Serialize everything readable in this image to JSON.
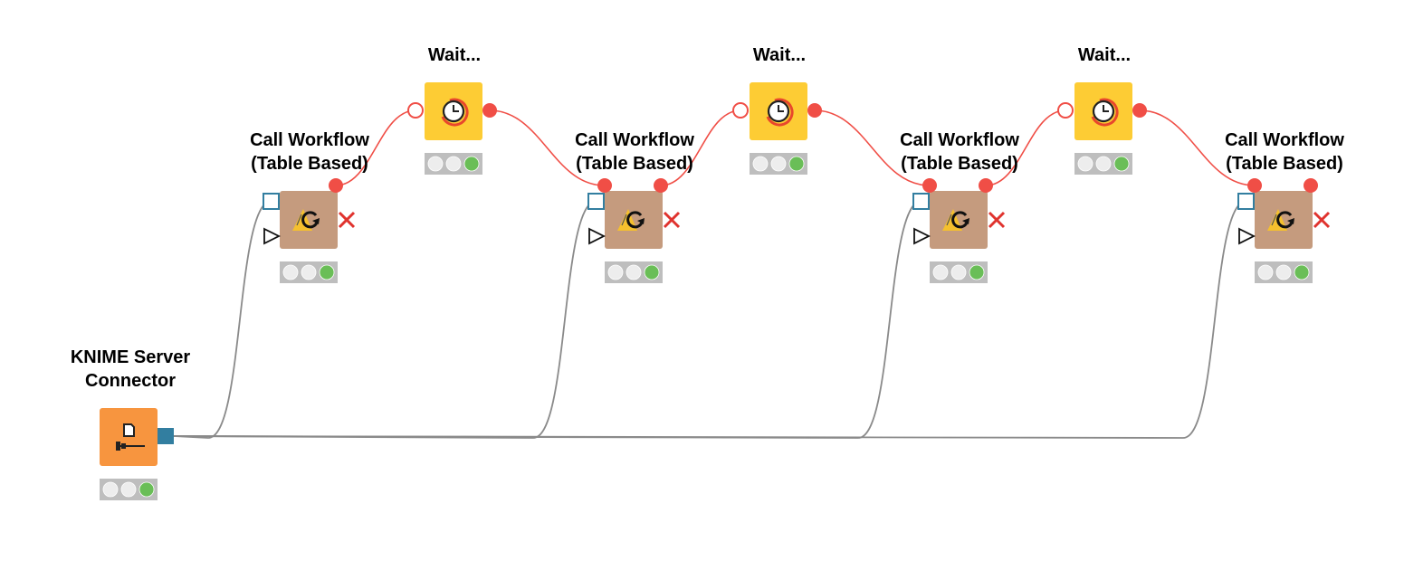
{
  "workflow": {
    "nodes": [
      {
        "id": "connector",
        "type": "KNIME Server Connector",
        "label_lines": [
          "KNIME Server",
          "Connector"
        ],
        "color": "#F7953F",
        "status": "executed",
        "icon": "server-connector-icon"
      },
      {
        "id": "call1",
        "type": "Call Workflow (Table Based)",
        "label_lines": [
          "Call Workflow",
          "(Table Based)"
        ],
        "color": "#C59B7E",
        "status": "executed",
        "icon": "call-workflow-icon"
      },
      {
        "id": "wait1",
        "type": "Wait...",
        "label_lines": [
          "Wait..."
        ],
        "color": "#FDCC34",
        "status": "executed",
        "icon": "clock-icon"
      },
      {
        "id": "call2",
        "type": "Call Workflow (Table Based)",
        "label_lines": [
          "Call Workflow",
          "(Table Based)"
        ],
        "color": "#C59B7E",
        "status": "executed",
        "icon": "call-workflow-icon"
      },
      {
        "id": "wait2",
        "type": "Wait...",
        "label_lines": [
          "Wait..."
        ],
        "color": "#FDCC34",
        "status": "executed",
        "icon": "clock-icon"
      },
      {
        "id": "call3",
        "type": "Call Workflow (Table Based)",
        "label_lines": [
          "Call Workflow",
          "(Table Based)"
        ],
        "color": "#C59B7E",
        "status": "executed",
        "icon": "call-workflow-icon"
      },
      {
        "id": "wait3",
        "type": "Wait...",
        "label_lines": [
          "Wait..."
        ],
        "color": "#FDCC34",
        "status": "executed",
        "icon": "clock-icon"
      },
      {
        "id": "call4",
        "type": "Call Workflow (Table Based)",
        "label_lines": [
          "Call Workflow",
          "(Table Based)"
        ],
        "color": "#C59B7E",
        "status": "executed",
        "icon": "call-workflow-icon"
      }
    ],
    "connections": [
      {
        "from": "connector",
        "to": "call1",
        "kind": "connection-port"
      },
      {
        "from": "connector",
        "to": "call2",
        "kind": "connection-port"
      },
      {
        "from": "connector",
        "to": "call3",
        "kind": "connection-port"
      },
      {
        "from": "connector",
        "to": "call4",
        "kind": "connection-port"
      },
      {
        "from": "call1",
        "to": "wait1",
        "kind": "flow-variable"
      },
      {
        "from": "wait1",
        "to": "call2",
        "kind": "flow-variable"
      },
      {
        "from": "call2",
        "to": "wait2",
        "kind": "flow-variable"
      },
      {
        "from": "wait2",
        "to": "call3",
        "kind": "flow-variable"
      },
      {
        "from": "call3",
        "to": "wait3",
        "kind": "flow-variable"
      },
      {
        "from": "wait3",
        "to": "call4",
        "kind": "flow-variable"
      }
    ],
    "colors": {
      "flow_variable": "#F04E46",
      "connection_line": "#8A8A8A",
      "server_port": "#327EA0",
      "status_green": "#6ABE57",
      "status_off": "#EDEDED",
      "status_bg": "#BEBEBE"
    }
  }
}
